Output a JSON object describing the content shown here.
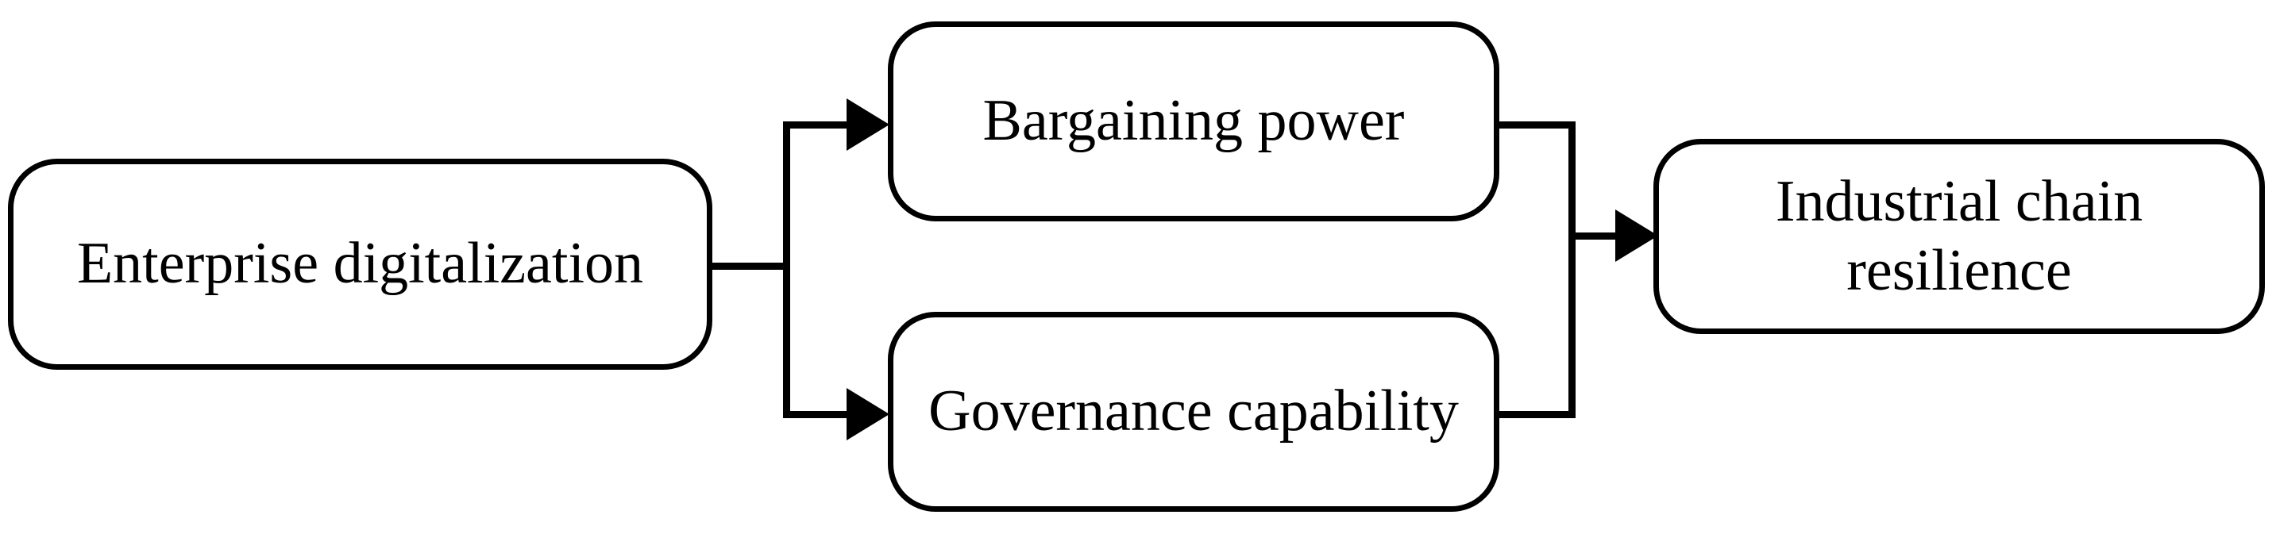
{
  "diagram": {
    "type": "flow-diagram",
    "title": "",
    "background_color": "#ffffff",
    "line_color": "#000000",
    "text_color": "#000000",
    "nodes": [
      {
        "id": "source",
        "label": "Enterprise digitalization",
        "shape": "rounded-rectangle",
        "role": "independent-variable"
      },
      {
        "id": "bargaining",
        "label": "Bargaining power",
        "shape": "rounded-rectangle",
        "role": "mediator"
      },
      {
        "id": "governance",
        "label": "Governance capability",
        "shape": "rounded-rectangle",
        "role": "mediator"
      },
      {
        "id": "outcome",
        "label": "Industrial chain\nresilience",
        "shape": "rounded-rectangle",
        "role": "dependent-variable"
      }
    ],
    "edges": [
      {
        "id": "source-to-bargaining",
        "from": "source",
        "to": "bargaining",
        "arrow": "right"
      },
      {
        "id": "source-to-governance",
        "from": "source",
        "to": "governance",
        "arrow": "right"
      },
      {
        "id": "bargaining-to-outcome",
        "from": "bargaining",
        "to": "outcome",
        "arrow": "right"
      },
      {
        "id": "governance-to-outcome",
        "from": "governance",
        "to": "outcome",
        "arrow": "right"
      }
    ]
  }
}
